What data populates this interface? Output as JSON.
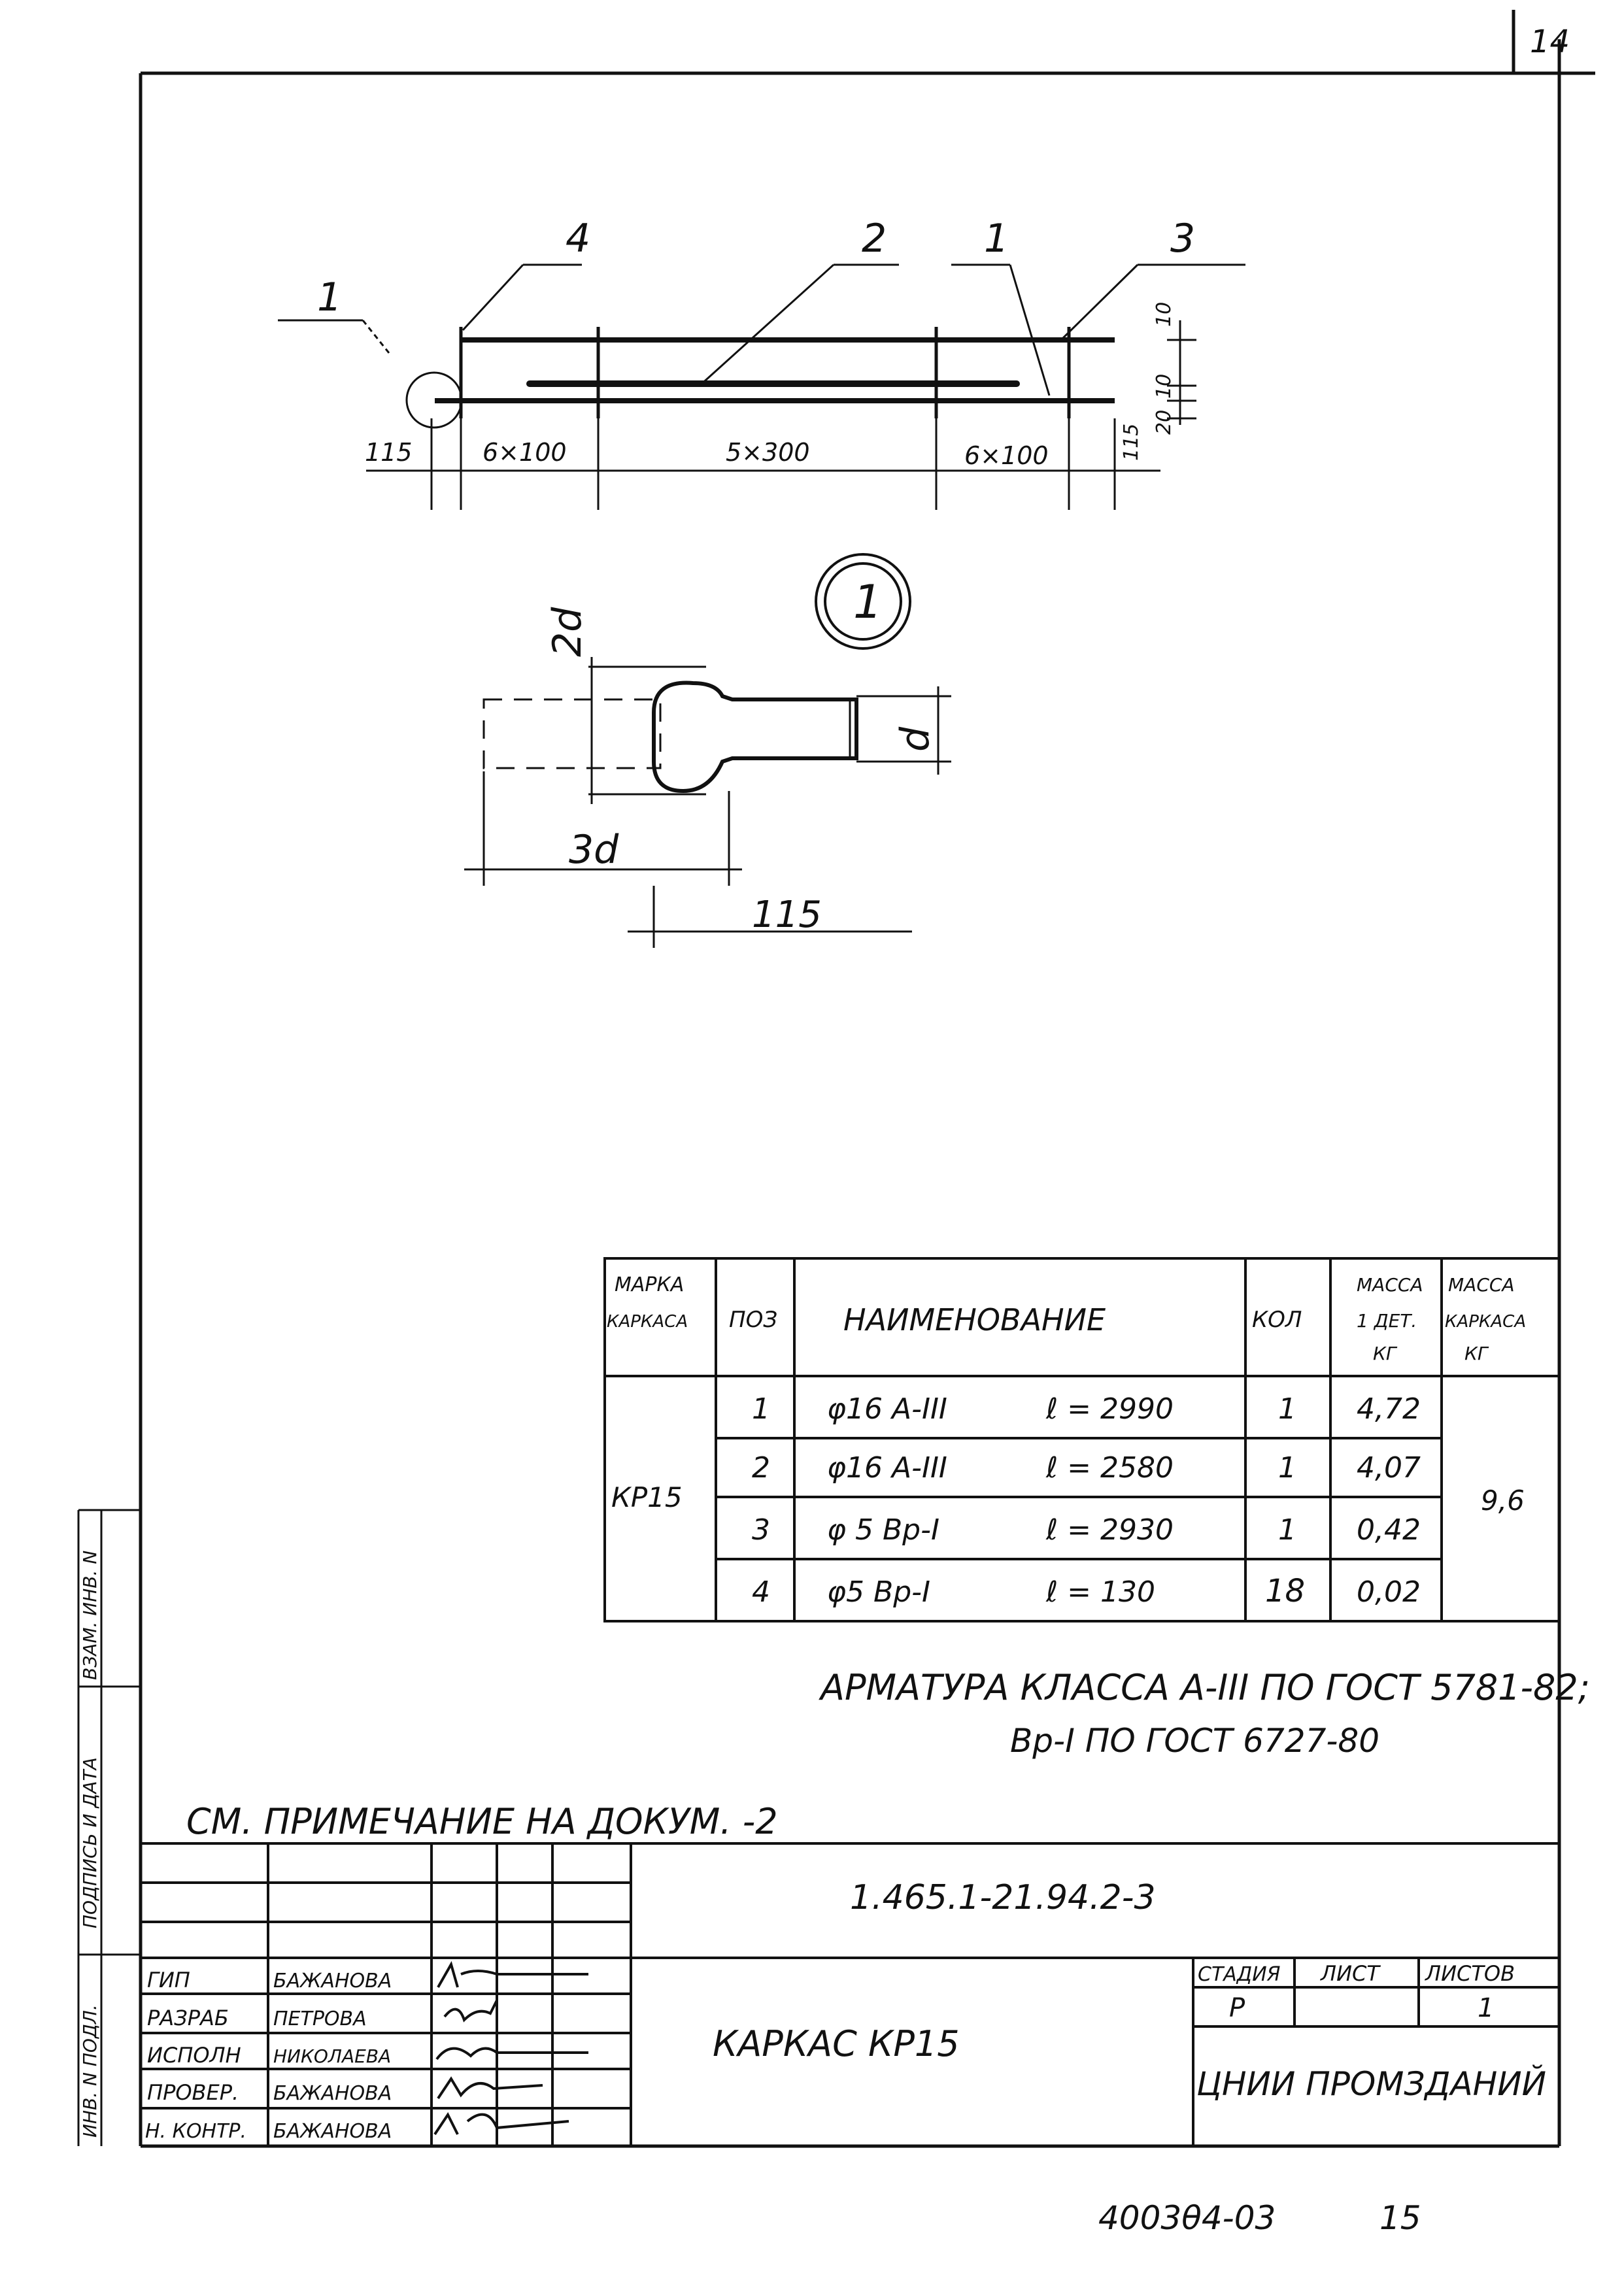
{
  "sheet": {
    "number": "14"
  },
  "drawing": {
    "callouts": [
      "1",
      "4",
      "2",
      "1",
      "3"
    ],
    "vertical_dims": [
      "10",
      "10",
      "20"
    ],
    "horizontal_dims": [
      "115",
      "6×100",
      "5×300",
      "6×100",
      "115"
    ],
    "detail": {
      "marker": "1",
      "dim_2d": "2d",
      "dim_d": "d",
      "dim_3d": "3d",
      "dim_115": "115"
    }
  },
  "spec_table": {
    "headers": {
      "mark": [
        "МАРКА",
        "КАРКАСА"
      ],
      "pos": "ПОЗ",
      "name": "НАИМЕНОВАНИЕ",
      "qty": "КОЛ",
      "mass_part": [
        "МАССА",
        "1 ДЕТ.",
        "КГ"
      ],
      "mass_frame": [
        "МАССА",
        "КАРКАСА",
        "КГ"
      ]
    },
    "mark_value": "КР15",
    "mass_frame_value": "9,6",
    "rows": [
      {
        "pos": "1",
        "name": "φ16 А-III",
        "length": "ℓ = 2990",
        "qty": "1",
        "mass": "4,72"
      },
      {
        "pos": "2",
        "name": "φ16 А-III",
        "length": "ℓ = 2580",
        "qty": "1",
        "mass": "4,07"
      },
      {
        "pos": "3",
        "name": "φ 5 Вр-I",
        "length": "ℓ = 2930",
        "qty": "1",
        "mass": "0,42"
      },
      {
        "pos": "4",
        "name": "φ5 Вр-I",
        "length": "ℓ = 130",
        "qty": "18",
        "mass": "0,02"
      }
    ]
  },
  "notes": {
    "line1": "АРМАТУРА КЛАССА А-III ПО ГОСТ 5781-82;",
    "line2": "Вр-I ПО ГОСТ 6727-80",
    "see_note": "СМ. ПРИМЕЧАНИЕ НА ДОКУМ. -2"
  },
  "side_stamp": [
    "ВЗАМ. ИНВ. N",
    "ПОДПИСЬ И ДАТА",
    "ИНВ. N ПОДЛ."
  ],
  "title_block": {
    "doc_code": "1.465.1-21.94.2-3",
    "title": "КАРКАС КР15",
    "stage_label": "СТАДИЯ",
    "sheet_label": "ЛИСТ",
    "sheets_label": "ЛИСТОВ",
    "stage": "Р",
    "sheet": "",
    "sheets": "1",
    "org": "ЦНИИ ПРОМЗДАНИЙ",
    "people": [
      {
        "role": "ГИП",
        "name": "БАЖАНОВА"
      },
      {
        "role": "РАЗРАБ",
        "name": "ПЕТРОВА"
      },
      {
        "role": "ИСПОЛН",
        "name": "НИКОЛАЕВА"
      },
      {
        "role": "ПРОВЕР.",
        "name": "БАЖАНОВА"
      },
      {
        "role": "Н. КОНТР.",
        "name": "БАЖАНОВА"
      }
    ]
  },
  "footer": {
    "archive": "4003θ4-03",
    "page": "15"
  }
}
